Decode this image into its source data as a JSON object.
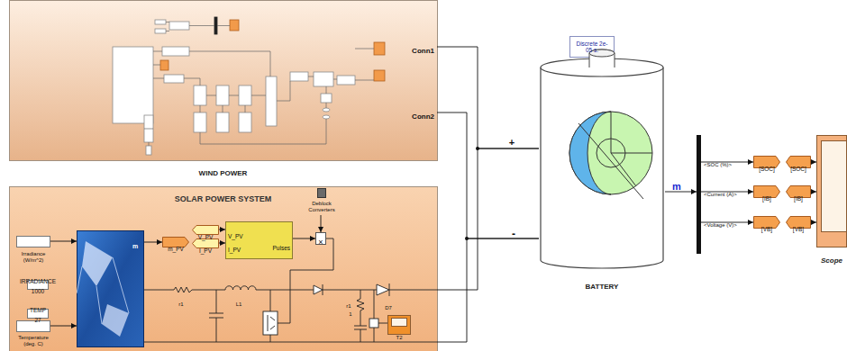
{
  "diagram": {
    "nodes": [
      {
        "text": [
          "Conn1",
          "Conn2",
          "WIND POWER"
        ]
      },
      {
        "text": [
          "SOLAR POWER SYSTEM"
        ]
      },
      {
        "text": [
          "Irradiance (W/m^2)"
        ],
        "in": 1
      },
      {
        "text": [
          "IRRADIANCE",
          "1000"
        ],
        "in": 1
      },
      {
        "text": [
          "TEMP",
          "27"
        ],
        "in": 1
      },
      {
        "text": [
          "Temperature (deg. C)"
        ],
        "in": 1
      },
      {
        "text": [
          "m"
        ],
        "in": 1
      },
      {
        "text": [
          "m_PV"
        ],
        "in": 1
      },
      {
        "text": [
          "V_PV"
        ],
        "in": 1
      },
      {
        "text": [
          "I_PV"
        ],
        "in": 1
      },
      {
        "text": [
          "V_PV",
          "I_PV",
          "Pulses"
        ],
        "in": 1
      },
      {
        "text": [
          "Deblock Converters"
        ],
        "in": 1
      },
      {
        "text": [
          "×"
        ],
        "in": 1
      },
      {
        "text": [
          "T2"
        ],
        "in": 1
      },
      {
        "text": [
          "Discrete 2e-05 s."
        ]
      },
      {
        "text": [
          "BATTERY"
        ]
      },
      {
        "text": [
          "<SOC (%)>",
          "<Current (A)>",
          "<Voltage (V)>"
        ]
      },
      {
        "text": [
          "[SOC]"
        ]
      },
      {
        "text": [
          "[IB]"
        ]
      },
      {
        "text": [
          "[VB]"
        ]
      },
      {
        "text": [
          "[SOC]"
        ]
      },
      {
        "text": [
          "[IB]"
        ]
      },
      {
        "text": [
          "[VB]"
        ]
      },
      {
        "text": [
          "Scope"
        ]
      }
    ],
    "edges": [
      {
        "from": 0,
        "to": 15,
        "arrow": "none"
      },
      {
        "from": 0,
        "to": 15,
        "arrow": "none"
      },
      {
        "from": 1,
        "to": 15,
        "arrow": "none"
      },
      {
        "from": 1,
        "to": 15,
        "arrow": "none"
      },
      {
        "from": 15,
        "to": 16,
        "arrow": "to"
      },
      {
        "from": 16,
        "to": 17,
        "arrow": "to"
      },
      {
        "from": 16,
        "to": 18,
        "arrow": "to"
      },
      {
        "from": 16,
        "to": 19,
        "arrow": "to"
      },
      {
        "from": 20,
        "to": 23,
        "arrow": "to"
      },
      {
        "from": 21,
        "to": 23,
        "arrow": "to"
      },
      {
        "from": 22,
        "to": 23,
        "arrow": "to"
      },
      {
        "from": 2,
        "to": 6,
        "arrow": "to"
      },
      {
        "from": 5,
        "to": 6,
        "arrow": "to"
      },
      {
        "from": 6,
        "to": 7,
        "arrow": "to"
      },
      {
        "from": 8,
        "to": 10,
        "arrow": "to"
      },
      {
        "from": 9,
        "to": 10,
        "arrow": "to"
      },
      {
        "from": 10,
        "to": 12,
        "arrow": "to"
      },
      {
        "from": 11,
        "to": 12,
        "arrow": "to"
      }
    ],
    "labels": [
      "+",
      "-",
      "m",
      "r1",
      "L1",
      "r1",
      "1",
      "D7"
    ]
  }
}
